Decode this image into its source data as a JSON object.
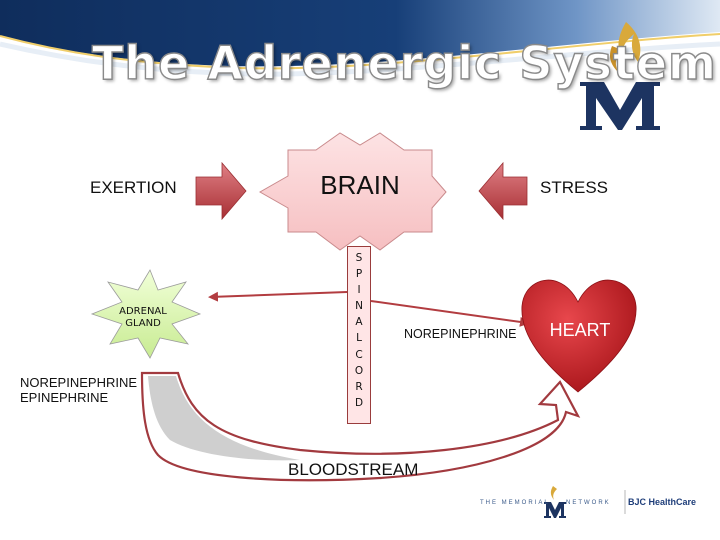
{
  "slide": {
    "title": "The Adrenergic System"
  },
  "diagram": {
    "exertion": "EXERTION",
    "brain": "BRAIN",
    "stress": "STRESS",
    "adrenal_gland": "ADRENAL GLAND",
    "spinal_cord_letters": [
      "S",
      "P",
      "I",
      "N",
      "A",
      "L",
      "C",
      "O",
      "R",
      "D"
    ],
    "norepinephrine_left": "NOREPINEPHRINE",
    "epinephrine_left": "EPINEPHRINE",
    "norepinephrine_mid": "NOREPINEPHRINE",
    "heart": "HEART",
    "bloodstream": "BLOODSTREAM"
  },
  "footer": {
    "network_left": "THE MEMORIAL",
    "network_right": "NETWORK",
    "partner": "BJC HealthCare"
  },
  "colors": {
    "header_blue": "#163a6e",
    "arrow_red": "#c0474a",
    "heart_red": "#c8191f",
    "brain_pink": "#fbd3d4",
    "adrenal_green": "#d9f5b0",
    "logo_navy": "#1d3461",
    "flame_gold": "#d9a93b"
  }
}
